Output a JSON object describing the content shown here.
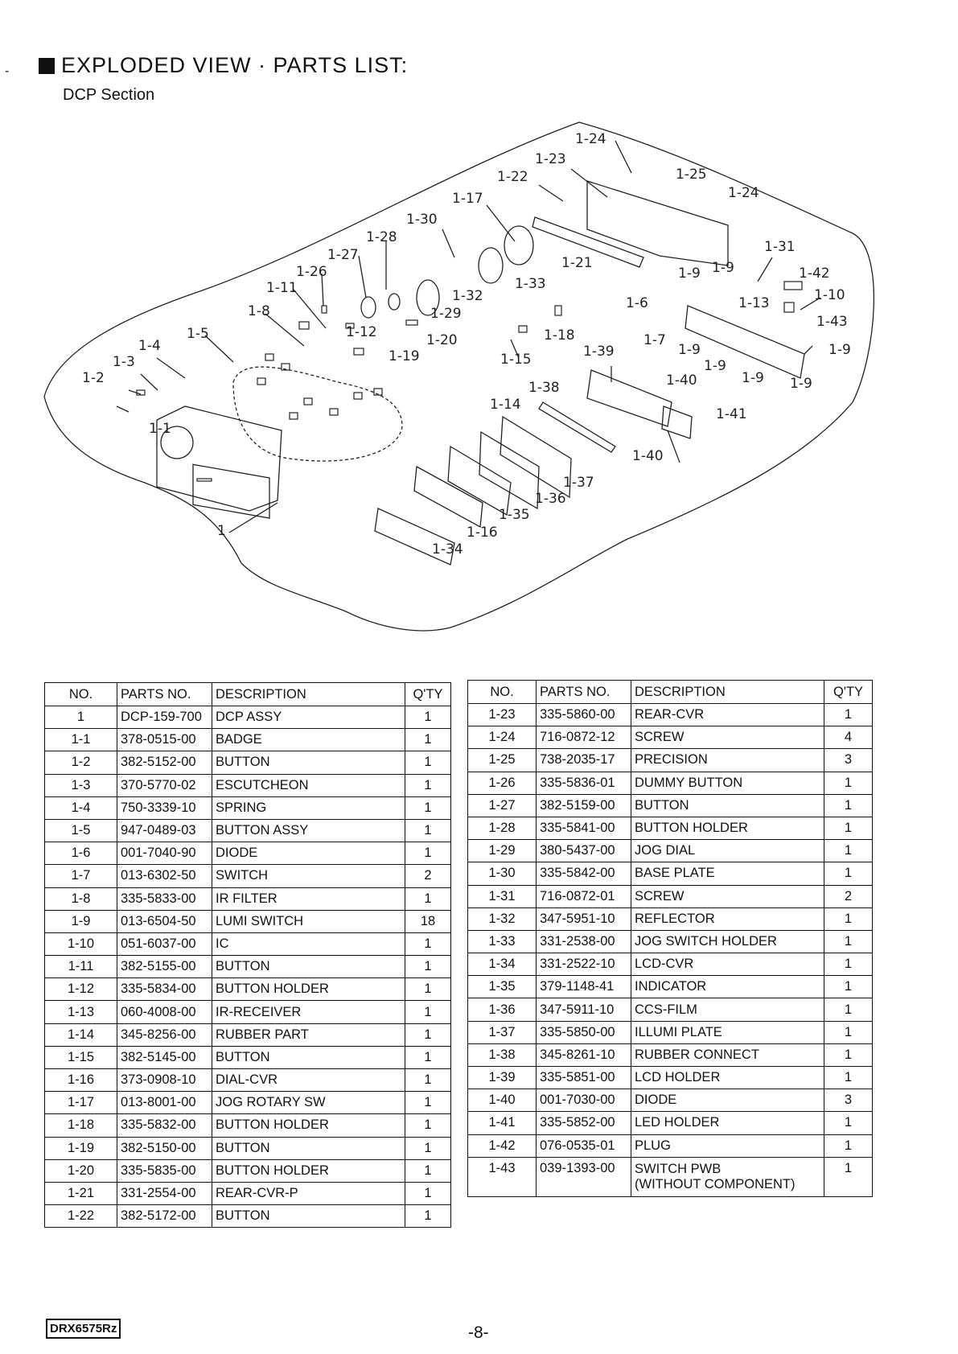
{
  "header": {
    "title": "EXPLODED VIEW · PARTS LIST:",
    "subtitle": "DCP  Section"
  },
  "diagram": {
    "labels": [
      "1-24",
      "1-23",
      "1-22",
      "1-25",
      "1-24",
      "1-17",
      "1-30",
      "1-28",
      "1-27",
      "1-26",
      "1-11",
      "1-8",
      "1-21",
      "1-33",
      "1-32",
      "1-29",
      "1-31",
      "1-42",
      "1-9",
      "1-9",
      "1-10",
      "1-13",
      "1-6",
      "1-43",
      "1-9",
      "1-7",
      "1-9",
      "1-9",
      "1-9",
      "1-9",
      "1-12",
      "1-20",
      "1-18",
      "1-15",
      "1-19",
      "1-5",
      "1-4",
      "1-3",
      "1-2",
      "1-39",
      "1-40",
      "1-41",
      "1-38",
      "1-14",
      "1-1",
      "1-40",
      "1-37",
      "1-36",
      "1-35",
      "1-16",
      "1-34",
      "1"
    ]
  },
  "columns": {
    "no": "NO.",
    "parts_no": "PARTS NO.",
    "description": "DESCRIPTION",
    "qty": "Q'TY"
  },
  "left_rows": [
    {
      "no": "1",
      "pn": "DCP-159-700",
      "desc": "DCP ASSY",
      "qty": "1"
    },
    {
      "no": "1-1",
      "pn": "378-0515-00",
      "desc": "BADGE",
      "qty": "1"
    },
    {
      "no": "1-2",
      "pn": "382-5152-00",
      "desc": "BUTTON",
      "qty": "1"
    },
    {
      "no": "1-3",
      "pn": "370-5770-02",
      "desc": "ESCUTCHEON",
      "qty": "1"
    },
    {
      "no": "1-4",
      "pn": "750-3339-10",
      "desc": "SPRING",
      "qty": "1"
    },
    {
      "no": "1-5",
      "pn": "947-0489-03",
      "desc": "BUTTON ASSY",
      "qty": "1"
    },
    {
      "no": "1-6",
      "pn": "001-7040-90",
      "desc": "DIODE",
      "qty": "1"
    },
    {
      "no": "1-7",
      "pn": "013-6302-50",
      "desc": "SWITCH",
      "qty": "2"
    },
    {
      "no": "1-8",
      "pn": "335-5833-00",
      "desc": "IR FILTER",
      "qty": "1"
    },
    {
      "no": "1-9",
      "pn": "013-6504-50",
      "desc": "LUMI SWITCH",
      "qty": "18"
    },
    {
      "no": "1-10",
      "pn": "051-6037-00",
      "desc": "IC",
      "qty": "1"
    },
    {
      "no": "1-11",
      "pn": "382-5155-00",
      "desc": "BUTTON",
      "qty": "1"
    },
    {
      "no": "1-12",
      "pn": "335-5834-00",
      "desc": "BUTTON HOLDER",
      "qty": "1"
    },
    {
      "no": "1-13",
      "pn": "060-4008-00",
      "desc": "IR-RECEIVER",
      "qty": "1"
    },
    {
      "no": "1-14",
      "pn": "345-8256-00",
      "desc": "RUBBER PART",
      "qty": "1"
    },
    {
      "no": "1-15",
      "pn": "382-5145-00",
      "desc": "BUTTON",
      "qty": "1"
    },
    {
      "no": "1-16",
      "pn": "373-0908-10",
      "desc": "DIAL-CVR",
      "qty": "1"
    },
    {
      "no": "1-17",
      "pn": "013-8001-00",
      "desc": "JOG ROTARY SW",
      "qty": "1"
    },
    {
      "no": "1-18",
      "pn": "335-5832-00",
      "desc": "BUTTON HOLDER",
      "qty": "1"
    },
    {
      "no": "1-19",
      "pn": "382-5150-00",
      "desc": "BUTTON",
      "qty": "1"
    },
    {
      "no": "1-20",
      "pn": "335-5835-00",
      "desc": "BUTTON HOLDER",
      "qty": "1"
    },
    {
      "no": "1-21",
      "pn": "331-2554-00",
      "desc": "REAR-CVR-P",
      "qty": "1"
    },
    {
      "no": "1-22",
      "pn": "382-5172-00",
      "desc": "BUTTON",
      "qty": "1"
    }
  ],
  "right_rows": [
    {
      "no": "1-23",
      "pn": "335-5860-00",
      "desc": "REAR-CVR",
      "qty": "1"
    },
    {
      "no": "1-24",
      "pn": "716-0872-12",
      "desc": "SCREW",
      "qty": "4"
    },
    {
      "no": "1-25",
      "pn": "738-2035-17",
      "desc": "PRECISION",
      "qty": "3"
    },
    {
      "no": "1-26",
      "pn": "335-5836-01",
      "desc": "DUMMY BUTTON",
      "qty": "1"
    },
    {
      "no": "1-27",
      "pn": "382-5159-00",
      "desc": "BUTTON",
      "qty": "1"
    },
    {
      "no": "1-28",
      "pn": "335-5841-00",
      "desc": "BUTTON HOLDER",
      "qty": "1"
    },
    {
      "no": "1-29",
      "pn": "380-5437-00",
      "desc": "JOG DIAL",
      "qty": "1"
    },
    {
      "no": "1-30",
      "pn": "335-5842-00",
      "desc": "BASE PLATE",
      "qty": "1"
    },
    {
      "no": "1-31",
      "pn": "716-0872-01",
      "desc": "SCREW",
      "qty": "2"
    },
    {
      "no": "1-32",
      "pn": "347-5951-10",
      "desc": "REFLECTOR",
      "qty": "1"
    },
    {
      "no": "1-33",
      "pn": "331-2538-00",
      "desc": "JOG SWITCH HOLDER",
      "qty": "1"
    },
    {
      "no": "1-34",
      "pn": "331-2522-10",
      "desc": "LCD-CVR",
      "qty": "1"
    },
    {
      "no": "1-35",
      "pn": "379-1148-41",
      "desc": "INDICATOR",
      "qty": "1"
    },
    {
      "no": "1-36",
      "pn": "347-5911-10",
      "desc": "CCS-FILM",
      "qty": "1"
    },
    {
      "no": "1-37",
      "pn": "335-5850-00",
      "desc": "ILLUMI PLATE",
      "qty": "1"
    },
    {
      "no": "1-38",
      "pn": "345-8261-10",
      "desc": "RUBBER CONNECT",
      "qty": "1"
    },
    {
      "no": "1-39",
      "pn": "335-5851-00",
      "desc": "LCD HOLDER",
      "qty": "1"
    },
    {
      "no": "1-40",
      "pn": "001-7030-00",
      "desc": "DIODE",
      "qty": "3"
    },
    {
      "no": "1-41",
      "pn": "335-5852-00",
      "desc": "LED HOLDER",
      "qty": "1"
    },
    {
      "no": "1-42",
      "pn": "076-0535-01",
      "desc": "PLUG",
      "qty": "1"
    },
    {
      "no": "1-43",
      "pn": "039-1393-00",
      "desc": "SWITCH PWB",
      "desc2": "(WITHOUT COMPONENT)",
      "qty": "1"
    }
  ],
  "footer": {
    "model": "DRX6575Rz",
    "page": "-8-"
  }
}
